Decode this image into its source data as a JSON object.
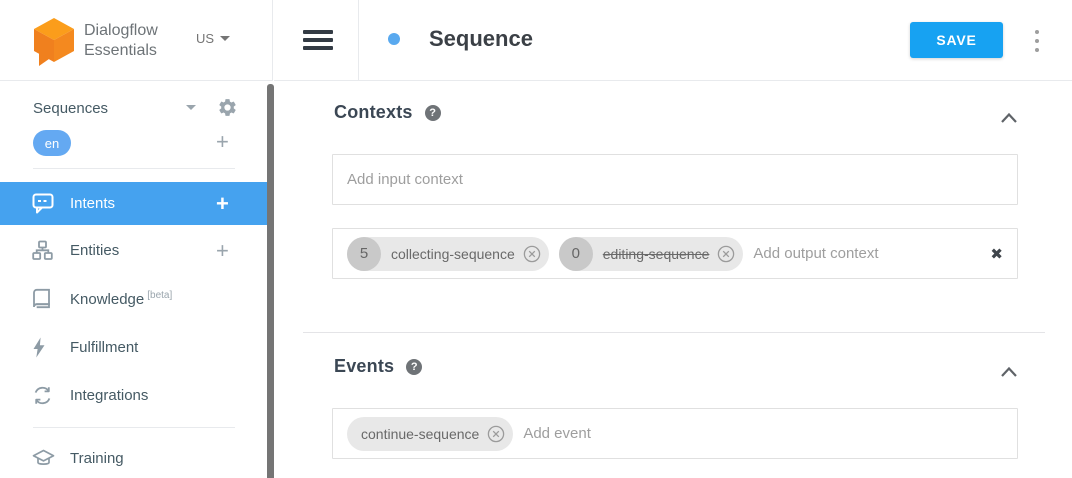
{
  "brand": {
    "line1": "Dialogflow",
    "line2": "Essentials",
    "region": "US"
  },
  "sidebar": {
    "agent_name": "Sequences",
    "language": "en",
    "items": [
      {
        "label": "Intents"
      },
      {
        "label": "Entities"
      },
      {
        "label": "Knowledge",
        "beta": "[beta]"
      },
      {
        "label": "Fulfillment"
      },
      {
        "label": "Integrations"
      },
      {
        "label": "Training"
      }
    ]
  },
  "header": {
    "title": "Sequence",
    "save_label": "SAVE"
  },
  "sections": {
    "contexts": {
      "heading": "Contexts",
      "input_placeholder": "Add input context",
      "output_placeholder": "Add output context",
      "output_chips": [
        {
          "lifespan": "5",
          "label": "collecting-sequence",
          "strikethrough": false
        },
        {
          "lifespan": "0",
          "label": "editing-sequence",
          "strikethrough": true
        }
      ]
    },
    "events": {
      "heading": "Events",
      "event_placeholder": "Add event",
      "chips": [
        {
          "label": "continue-sequence"
        }
      ]
    }
  },
  "icons": {
    "add": "+",
    "help": "?",
    "clear_row": "✖"
  },
  "colors": {
    "save_button": "#17a2f2",
    "nav_active": "#45a2ef",
    "language_badge": "#64a9f2",
    "title_dot": "#59a9ef",
    "logo_orange_top": "#fb9d1b",
    "logo_orange_front": "#f0801e"
  }
}
